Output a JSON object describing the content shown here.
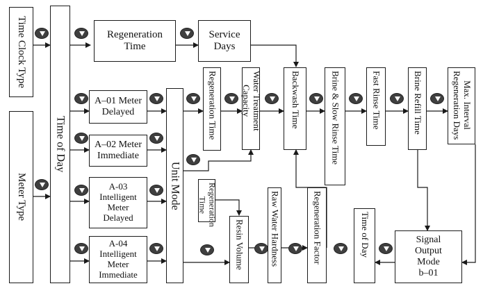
{
  "nodes": {
    "time_clock_type": "Time Clock Type",
    "meter_type": "Meter Type",
    "time_of_day_main": "Time of Day",
    "regeneration_time_top": "Regeneration\nTime",
    "service_days": "Service\nDays",
    "a01": "A–01 Meter\nDelayed",
    "a02": "A–02 Meter\nImmediate",
    "a03": "A-03\nIntelligent\nMeter\nDelayed",
    "a04": "A-04\nIntelligent\nMeter\nImmediate",
    "unit_mode": "Unit Mode",
    "regeneration_time_v": "Regeneration Time",
    "water_treatment_capacity": "Water Treatment\nCapacity",
    "backwash_time": "Backwash Time",
    "brine_slow_rinse_time": "Brine & Slow Rinse Time",
    "fast_rinse_time": "Fast Rinse Time",
    "brine_refill_time": "Brine Refill Time",
    "max_interval": "Max. Interval\nRegeneration Days",
    "regeneration_time_small": "Regeneration\nTime",
    "resin_volume": "Resin Volume",
    "raw_water_hardness": "Raw Water Hardness",
    "regeneration_factor": "Regeneration Factor",
    "time_of_day_small": "Time of Day",
    "signal_output_mode": "Signal\nOutput\nMode\nb–01"
  },
  "icons": {
    "button": "down-arrow-button-icon"
  }
}
